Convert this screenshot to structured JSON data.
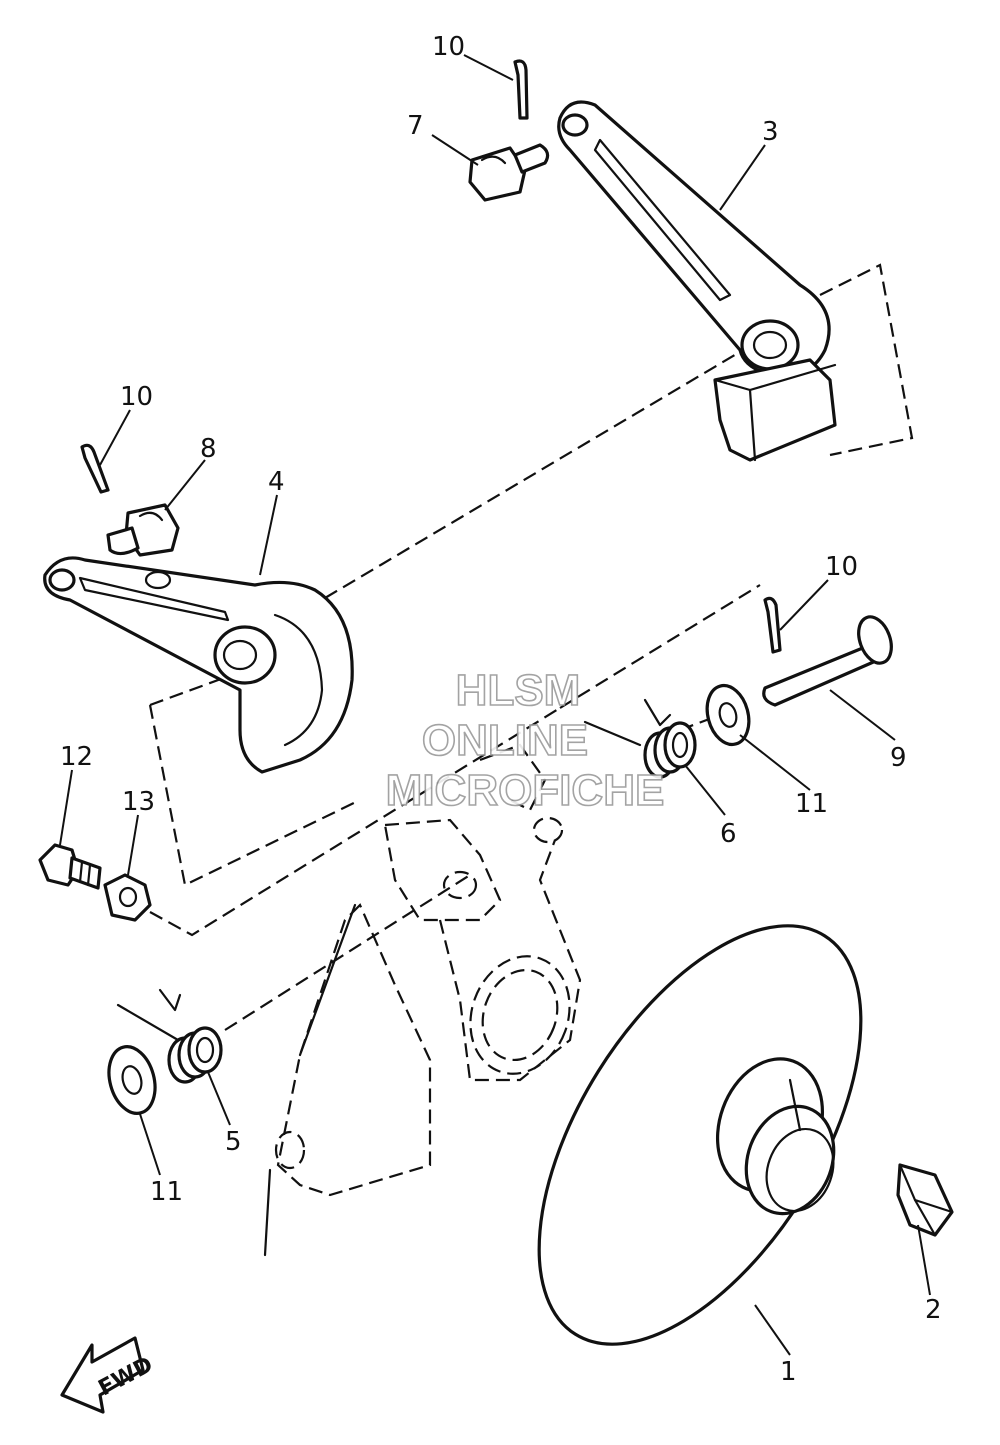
{
  "watermark": {
    "line1": "HLSM",
    "line2": "ONLINE",
    "line3": "MICROFICHE"
  },
  "direction_indicator": "FWD",
  "callouts": [
    {
      "id": "c1",
      "label": "1"
    },
    {
      "id": "c2",
      "label": "2"
    },
    {
      "id": "c3",
      "label": "3"
    },
    {
      "id": "c4",
      "label": "4"
    },
    {
      "id": "c5",
      "label": "5"
    },
    {
      "id": "c6",
      "label": "6"
    },
    {
      "id": "c7",
      "label": "7"
    },
    {
      "id": "c8",
      "label": "8"
    },
    {
      "id": "c9",
      "label": "9"
    },
    {
      "id": "c10a",
      "label": "10"
    },
    {
      "id": "c10b",
      "label": "10"
    },
    {
      "id": "c10c",
      "label": "10"
    },
    {
      "id": "c11a",
      "label": "11"
    },
    {
      "id": "c11b",
      "label": "11"
    },
    {
      "id": "c12",
      "label": "12"
    },
    {
      "id": "c13",
      "label": "13"
    }
  ]
}
